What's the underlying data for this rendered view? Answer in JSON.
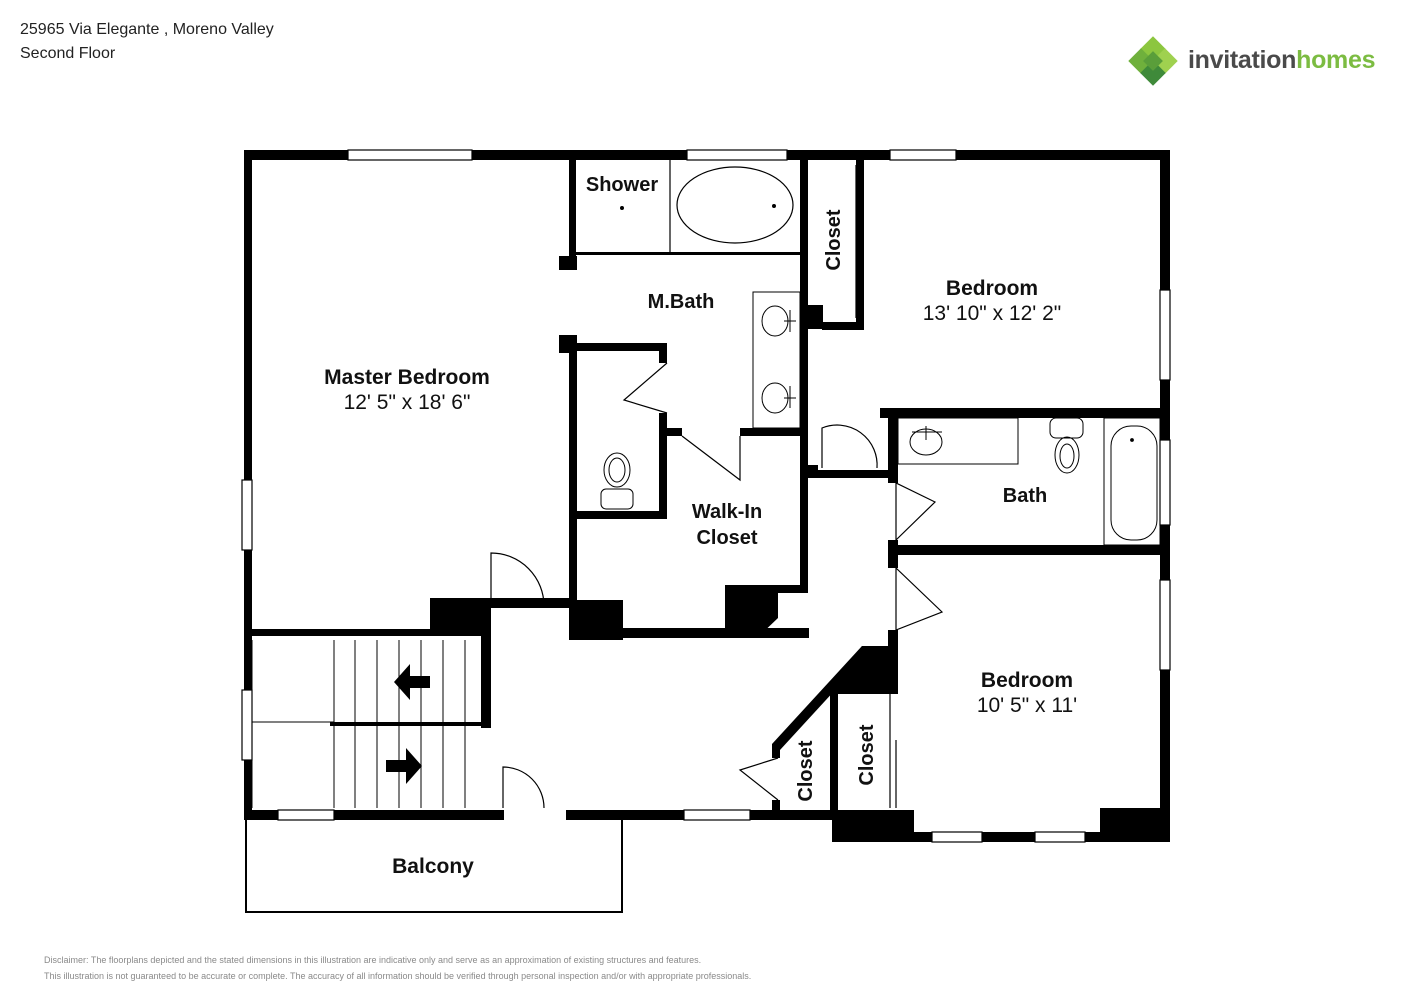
{
  "header": {
    "address": "25965 Via Elegante , Moreno Valley",
    "floor": "Second Floor"
  },
  "logo": {
    "text_part1": "invitation",
    "text_part2": "homes",
    "colors": {
      "dark_green": "#3f8a3a",
      "light_green": "#8cc63f",
      "gray": "#4a4a4a"
    }
  },
  "rooms": {
    "master_bedroom": {
      "name": "Master Bedroom",
      "dims": "12' 5\" x 18' 6\""
    },
    "shower": {
      "name": "Shower"
    },
    "mbath": {
      "name": "M.Bath"
    },
    "walkin": {
      "line1": "Walk-In",
      "line2": "Closet"
    },
    "bedroom1": {
      "name": "Bedroom",
      "dims": "13' 10\" x 12' 2\""
    },
    "closet1": {
      "name": "Closet"
    },
    "bath": {
      "name": "Bath"
    },
    "bedroom2": {
      "name": "Bedroom",
      "dims": "10' 5\" x 11'"
    },
    "closet2": {
      "name": "Closet"
    },
    "closet3": {
      "name": "Closet"
    },
    "balcony": {
      "name": "Balcony"
    }
  },
  "disclaimer": {
    "line1": "Disclaimer: The floorplans depicted and the stated dimensions in this illustration are indicative only and serve as an approximation of existing structures and features.",
    "line2": "This illustration is not guaranteed to be accurate or complete. The accuracy of all information should be verified through personal inspection and/or with appropriate professionals."
  }
}
